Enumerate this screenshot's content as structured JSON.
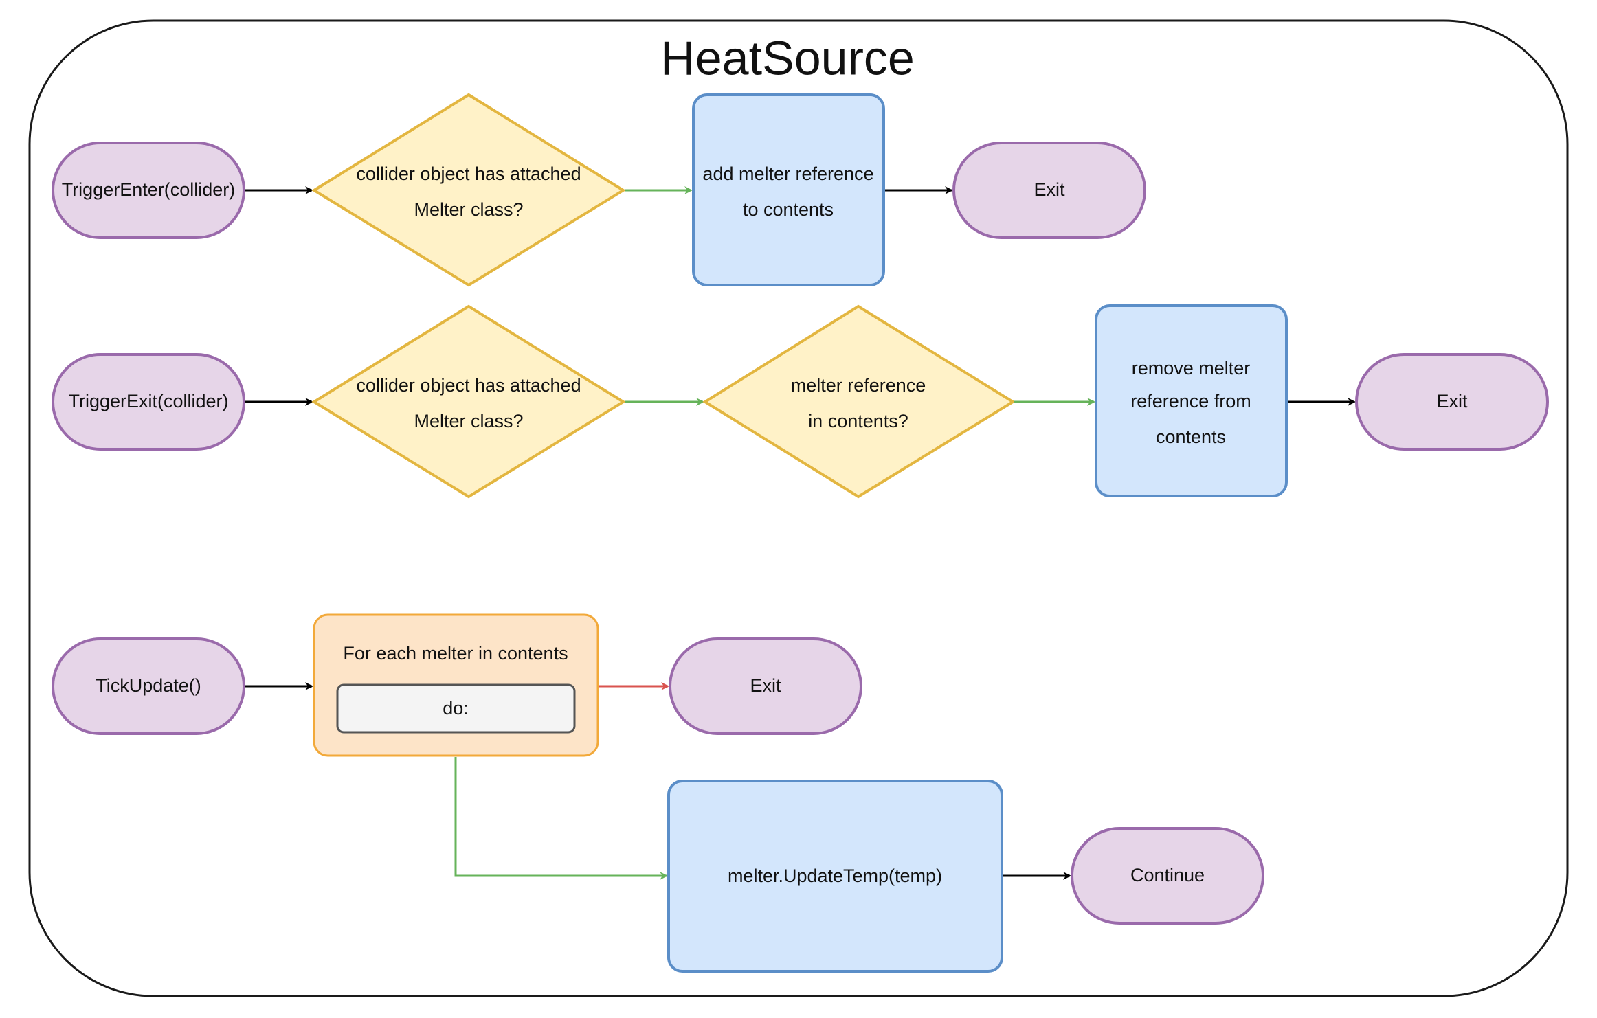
{
  "title": "HeatSource",
  "colors": {
    "terminal_fill": "#e6d5e8",
    "terminal_stroke": "#9a6aab",
    "decision_fill": "#fff2c8",
    "decision_stroke": "#e3b640",
    "process_fill": "#d3e6fc",
    "process_stroke": "#5b8ec8",
    "loop_fill": "#fde4c8",
    "loop_stroke": "#f2a93a",
    "inner_fill": "#f4f4f4",
    "inner_stroke": "#555555",
    "arrow_default": "#000000",
    "arrow_yes": "#66b35a",
    "arrow_exit": "#d9534f"
  },
  "rows": {
    "trigger_enter": {
      "start": "TriggerEnter(collider)",
      "decision": [
        "collider object has attached",
        "Melter class?"
      ],
      "process": [
        "add melter reference",
        "to contents"
      ],
      "end": "Exit"
    },
    "trigger_exit": {
      "start": "TriggerExit(collider)",
      "decision_1": [
        "collider object has attached",
        "Melter class?"
      ],
      "decision_2": [
        "melter reference",
        "in contents?"
      ],
      "process": [
        "remove melter",
        "reference from",
        "contents"
      ],
      "end": "Exit"
    },
    "tick_update": {
      "start": "TickUpdate()",
      "loop_label": "For each melter in contents",
      "loop_body": "do:",
      "exit": "Exit",
      "process": "melter.UpdateTemp(temp)",
      "continue": "Continue"
    }
  }
}
